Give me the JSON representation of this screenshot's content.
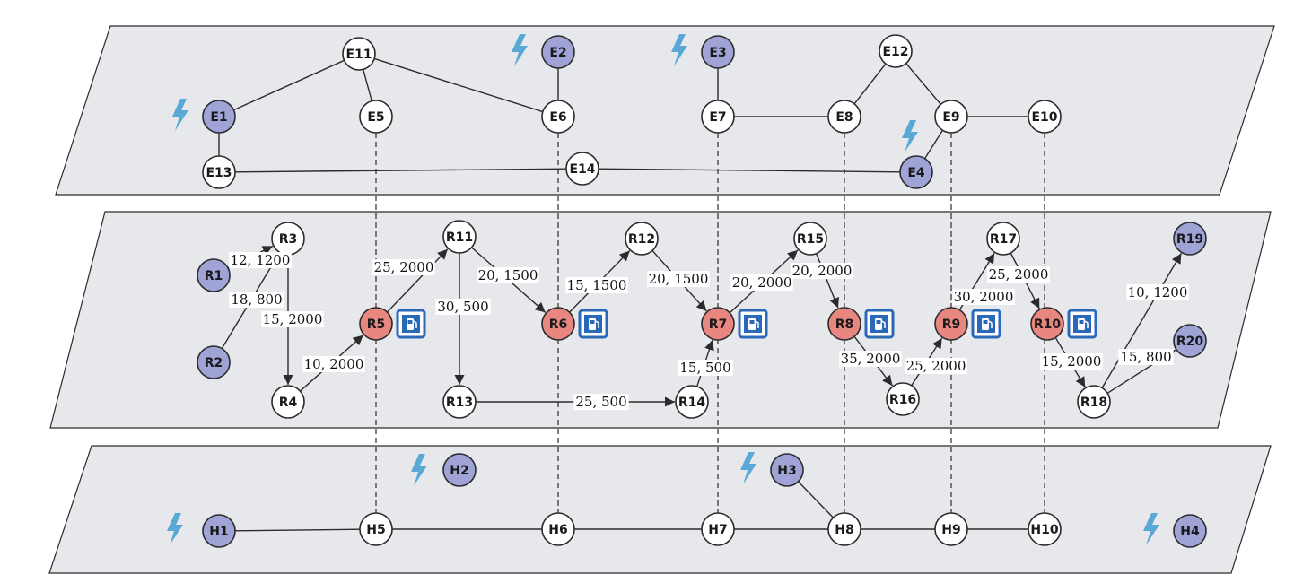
{
  "colors": {
    "layer_fill": "#e6e8ec",
    "node_white": "#ffffff",
    "node_blue": "#9fa3d6",
    "node_red": "#e88680",
    "bolt": "#5aa8d6",
    "station": "#2a68b8"
  },
  "icons": {
    "charging": "lightning-bolt-icon",
    "station": "fuel-pump-icon"
  },
  "layers": {
    "electric": {
      "nodes": [
        {
          "id": "E1",
          "type": "blue",
          "bolt": true
        },
        {
          "id": "E2",
          "type": "blue",
          "bolt": true
        },
        {
          "id": "E3",
          "type": "blue",
          "bolt": true
        },
        {
          "id": "E4",
          "type": "blue",
          "bolt": true
        },
        {
          "id": "E5",
          "type": "white"
        },
        {
          "id": "E6",
          "type": "white"
        },
        {
          "id": "E7",
          "type": "white"
        },
        {
          "id": "E8",
          "type": "white"
        },
        {
          "id": "E9",
          "type": "white"
        },
        {
          "id": "E10",
          "type": "white"
        },
        {
          "id": "E11",
          "type": "white"
        },
        {
          "id": "E12",
          "type": "white"
        },
        {
          "id": "E13",
          "type": "white"
        },
        {
          "id": "E14",
          "type": "white"
        }
      ],
      "edges": [
        [
          "E11",
          "E1"
        ],
        [
          "E11",
          "E5"
        ],
        [
          "E11",
          "E6"
        ],
        [
          "E2",
          "E6"
        ],
        [
          "E3",
          "E7"
        ],
        [
          "E7",
          "E8"
        ],
        [
          "E8",
          "E12"
        ],
        [
          "E12",
          "E9"
        ],
        [
          "E9",
          "E10"
        ],
        [
          "E9",
          "E4"
        ],
        [
          "E1",
          "E13"
        ],
        [
          "E13",
          "E14"
        ],
        [
          "E14",
          "E4"
        ]
      ]
    },
    "road": {
      "nodes": [
        {
          "id": "R1",
          "type": "blue"
        },
        {
          "id": "R2",
          "type": "blue"
        },
        {
          "id": "R3",
          "type": "white"
        },
        {
          "id": "R4",
          "type": "white"
        },
        {
          "id": "R5",
          "type": "red",
          "station": true
        },
        {
          "id": "R6",
          "type": "red",
          "station": true
        },
        {
          "id": "R7",
          "type": "red",
          "station": true
        },
        {
          "id": "R8",
          "type": "red",
          "station": true
        },
        {
          "id": "R9",
          "type": "red",
          "station": true
        },
        {
          "id": "R10",
          "type": "red",
          "station": true
        },
        {
          "id": "R11",
          "type": "white"
        },
        {
          "id": "R12",
          "type": "white"
        },
        {
          "id": "R13",
          "type": "white"
        },
        {
          "id": "R14",
          "type": "white"
        },
        {
          "id": "R15",
          "type": "white"
        },
        {
          "id": "R16",
          "type": "white"
        },
        {
          "id": "R17",
          "type": "white"
        },
        {
          "id": "R18",
          "type": "white"
        },
        {
          "id": "R19",
          "type": "blue"
        },
        {
          "id": "R20",
          "type": "blue"
        }
      ],
      "edges": [
        {
          "from": "R1",
          "to": "R3",
          "label": "12, 1200",
          "arrow": true
        },
        {
          "from": "R2",
          "to": "R3",
          "label": "18, 800",
          "arrow": false
        },
        {
          "from": "R3",
          "to": "R4",
          "label": "15, 2000",
          "arrow": true
        },
        {
          "from": "R4",
          "to": "R5",
          "label": "10, 2000",
          "arrow": true
        },
        {
          "from": "R5",
          "to": "R11",
          "label": "25, 2000",
          "arrow": true
        },
        {
          "from": "R11",
          "to": "R13",
          "label": "30, 500",
          "arrow": true
        },
        {
          "from": "R11",
          "to": "R6",
          "label": "20, 1500",
          "arrow": true
        },
        {
          "from": "R6",
          "to": "R12",
          "label": "15, 1500",
          "arrow": true
        },
        {
          "from": "R12",
          "to": "R7",
          "label": "20, 1500",
          "arrow": true
        },
        {
          "from": "R13",
          "to": "R14",
          "label": "25, 500",
          "arrow": true
        },
        {
          "from": "R14",
          "to": "R7",
          "label": "15, 500",
          "arrow": true
        },
        {
          "from": "R7",
          "to": "R15",
          "label": "20, 2000",
          "arrow": true
        },
        {
          "from": "R15",
          "to": "R8",
          "label": "20, 2000",
          "arrow": true
        },
        {
          "from": "R8",
          "to": "R16",
          "label": "35, 2000",
          "arrow": true
        },
        {
          "from": "R16",
          "to": "R9",
          "label": "25, 2000",
          "arrow": true
        },
        {
          "from": "R9",
          "to": "R17",
          "label": "30, 2000",
          "arrow": true
        },
        {
          "from": "R17",
          "to": "R10",
          "label": "25, 2000",
          "arrow": true
        },
        {
          "from": "R10",
          "to": "R18",
          "label": "15, 2000",
          "arrow": true
        },
        {
          "from": "R18",
          "to": "R19",
          "label": "10, 1200",
          "arrow": true
        },
        {
          "from": "R18",
          "to": "R20",
          "label": "15, 800",
          "arrow": true
        }
      ]
    },
    "hydrogen": {
      "nodes": [
        {
          "id": "H1",
          "type": "blue",
          "bolt": true
        },
        {
          "id": "H2",
          "type": "blue",
          "bolt": true
        },
        {
          "id": "H3",
          "type": "blue",
          "bolt": true
        },
        {
          "id": "H4",
          "type": "blue",
          "bolt": true
        },
        {
          "id": "H5",
          "type": "white"
        },
        {
          "id": "H6",
          "type": "white"
        },
        {
          "id": "H7",
          "type": "white"
        },
        {
          "id": "H8",
          "type": "white"
        },
        {
          "id": "H9",
          "type": "white"
        },
        {
          "id": "H10",
          "type": "white"
        }
      ],
      "edges": [
        [
          "H1",
          "H5"
        ],
        [
          "H5",
          "H6"
        ],
        [
          "H6",
          "H7"
        ],
        [
          "H7",
          "H8"
        ],
        [
          "H8",
          "H9"
        ],
        [
          "H9",
          "H10"
        ],
        [
          "H3",
          "H8"
        ]
      ]
    }
  },
  "couplings": [
    [
      "E5",
      "H5"
    ],
    [
      "E6",
      "H6"
    ],
    [
      "E7",
      "H7"
    ],
    [
      "E8",
      "H8"
    ],
    [
      "E9",
      "H9"
    ],
    [
      "E10",
      "H10"
    ]
  ]
}
